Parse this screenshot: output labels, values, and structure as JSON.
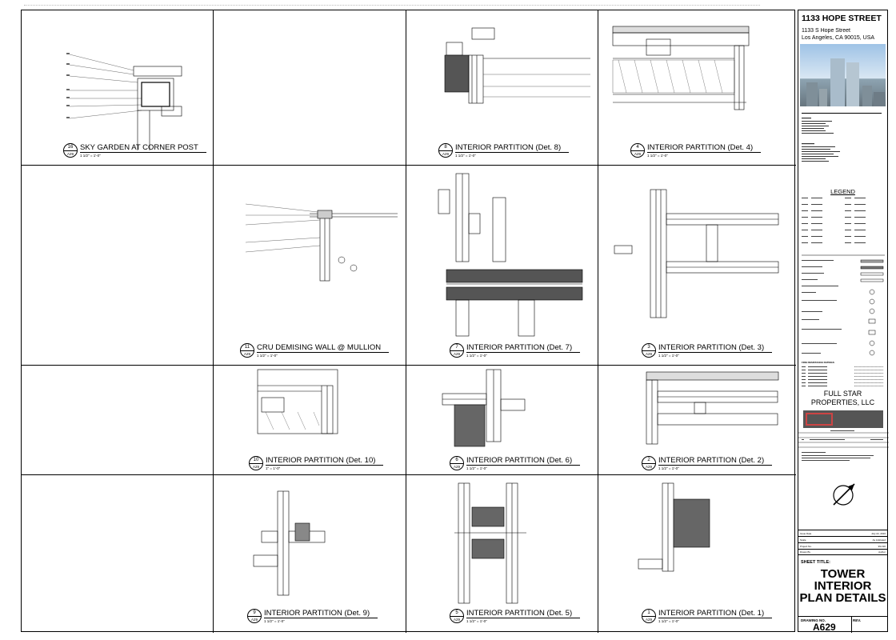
{
  "project": {
    "name": "1133 HOPE STREET",
    "address_line1": "1133 S Hope Street",
    "address_line2": "Los Angeles, CA 90015, USA"
  },
  "owner": {
    "line1": "FULL STAR",
    "line2": "PROPERTIES, LLC"
  },
  "legend_title": "LEGEND",
  "fire_resistance_title": "FIRE RESISTANCE RATINGS",
  "info_rows": [
    {
      "label": "Issue Date",
      "value": "July 22, 2016"
    },
    {
      "label": "Scale",
      "value": "As indicated"
    },
    {
      "label": "Project No.",
      "value": "99-190"
    },
    {
      "label": "Drawn By",
      "value": "Author"
    }
  ],
  "sheet_title_label": "SHEET TITLE:",
  "sheet_title_lines": [
    "TOWER",
    "INTERIOR",
    "PLAN DETAILS"
  ],
  "drawing_no_label": "DRAWING NO.",
  "drawing_no": "A629",
  "rev_label": "REV.",
  "details": [
    {
      "num": "16",
      "sheet": "A29",
      "name": "SKY GARDEN AT CORNER POST",
      "scale": "1 1/2\" = 1'-0\""
    },
    {
      "num": "8",
      "sheet": "A29",
      "name": "INTERIOR PARTITION (Det. 8)",
      "scale": "1 1/2\" = 1'-0\""
    },
    {
      "num": "4",
      "sheet": "A29",
      "name": "INTERIOR PARTITION (Det. 4)",
      "scale": "1 1/2\" = 1'-0\""
    },
    {
      "num": "11",
      "sheet": "A29",
      "name": "CRU DEMISING WALL @ MULLION",
      "scale": "1 1/2\" = 1'-0\""
    },
    {
      "num": "7",
      "sheet": "A29",
      "name": "INTERIOR PARTITION (Det. 7)",
      "scale": "1 1/2\" = 1'-0\""
    },
    {
      "num": "3",
      "sheet": "A29",
      "name": "INTERIOR PARTITION (Det. 3)",
      "scale": "1 1/2\" = 1'-0\""
    },
    {
      "num": "10",
      "sheet": "A29",
      "name": "INTERIOR PARTITION (Det. 10)",
      "scale": "1\" = 1'-0\""
    },
    {
      "num": "6",
      "sheet": "A29",
      "name": "INTERIOR PARTITION (Det. 6)",
      "scale": "1 1/2\" = 1'-0\""
    },
    {
      "num": "2",
      "sheet": "A29",
      "name": "INTERIOR PARTITION (Det. 2)",
      "scale": "1 1/2\" = 1'-0\""
    },
    {
      "num": "9",
      "sheet": "A29",
      "name": "INTERIOR PARTITION (Det. 9)",
      "scale": "1 1/2\" = 1'-0\""
    },
    {
      "num": "5",
      "sheet": "A29",
      "name": "INTERIOR PARTITION (Det. 5)",
      "scale": "1 1/2\" = 1'-0\""
    },
    {
      "num": "1",
      "sheet": "A29",
      "name": "INTERIOR PARTITION (Det. 1)",
      "scale": "1 1/2\" = 1'-0\""
    }
  ]
}
